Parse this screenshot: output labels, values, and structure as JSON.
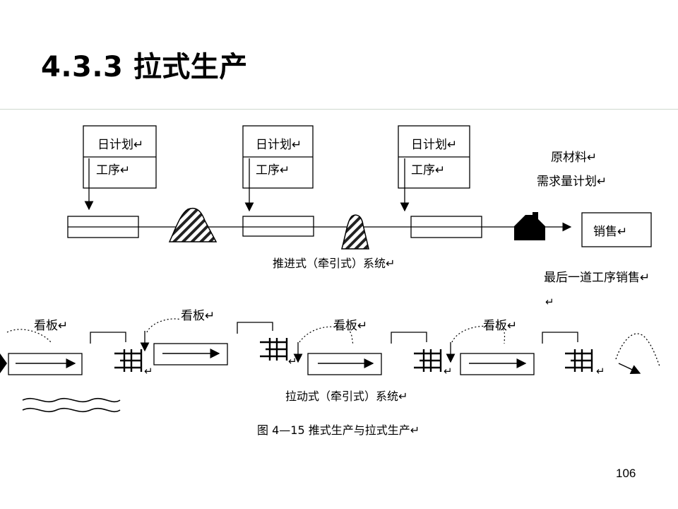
{
  "slide": {
    "title": "4.3.3 拉式生产",
    "page_number": "106"
  },
  "push_system": {
    "schedule_boxes": [
      {
        "plan_label": "日计划↵",
        "process_label": "工序↵"
      },
      {
        "plan_label": "日计划↵",
        "process_label": "工序↵"
      },
      {
        "plan_label": "日计划↵",
        "process_label": "工序↵"
      }
    ],
    "raw_material_label": "原材料↵",
    "requirement_plan_label": "需求量计划↵",
    "sales_label": "销售↵",
    "caption": "推进式（牵引式）系统↵",
    "last_process_note": "最后一道工序销售↵",
    "return_mark": "↵"
  },
  "pull_system": {
    "kanban_labels": [
      "看板↵",
      "看板↵",
      "看板↵",
      "看板↵"
    ],
    "return_marks": [
      "↵",
      "↵",
      "↵",
      "↵"
    ],
    "caption": "拉动式（牵引式）系统↵"
  },
  "figure_caption": "图 4—15  推式生产与拉式生产↵"
}
